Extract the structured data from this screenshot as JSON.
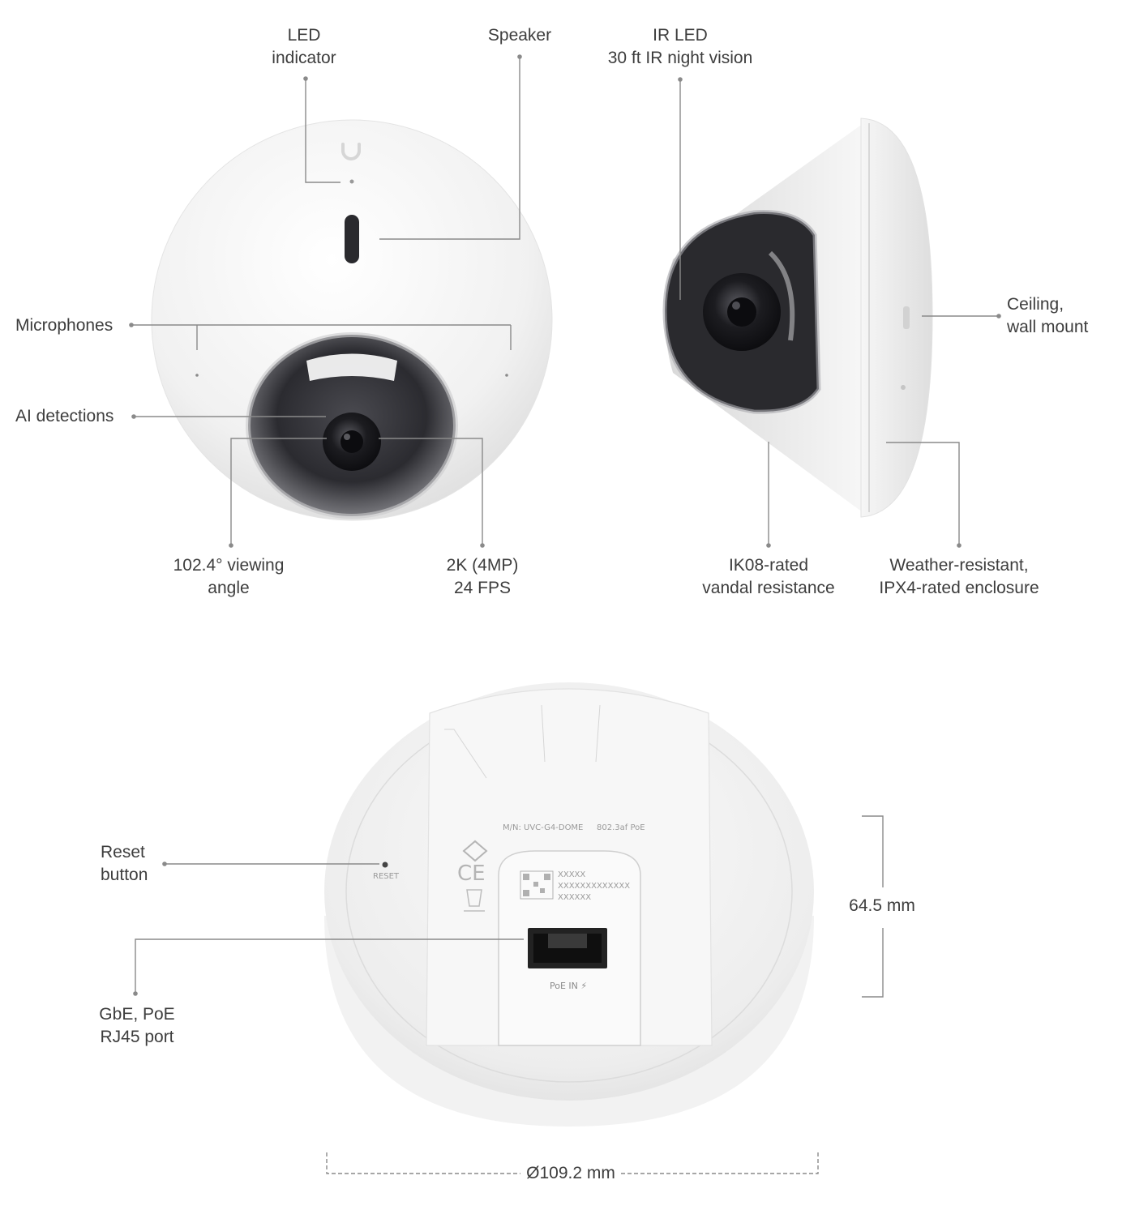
{
  "labels": {
    "led_indicator": [
      "LED",
      "indicator"
    ],
    "speaker": [
      "Speaker"
    ],
    "ir_led": [
      "IR LED",
      "30 ft IR night vision"
    ],
    "microphones": [
      "Microphones"
    ],
    "ai_detections": [
      "AI detections"
    ],
    "viewing_angle": [
      "102.4° viewing",
      "angle"
    ],
    "resolution": [
      "2K (4MP)",
      "24 FPS"
    ],
    "ceiling_mount": [
      "Ceiling,",
      "wall mount"
    ],
    "vandal": [
      "IK08-rated",
      "vandal resistance"
    ],
    "weather": [
      "Weather-resistant,",
      "IPX4-rated enclosure"
    ],
    "reset": [
      "Reset",
      "button"
    ],
    "rj45": [
      "GbE, PoE",
      "RJ45 port"
    ],
    "height": [
      "64.5 mm"
    ],
    "diameter": [
      "Ø109.2 mm"
    ]
  },
  "device_print": {
    "reset": "RESET",
    "poe_in": "PoE IN ⚡",
    "model": "M/N: UVC-G4-DOME",
    "rating": "802.3af PoE",
    "serial_short": "XXXXX",
    "serial_long": "XXXXXXXXXXXXX",
    "serial_mid": "XXXXXX",
    "ce": "CE"
  },
  "colors": {
    "leader": "#8a8a8a",
    "text": "#3d3d3d",
    "dome_dark": "#1e1e22",
    "body_white": "#f3f3f3"
  }
}
